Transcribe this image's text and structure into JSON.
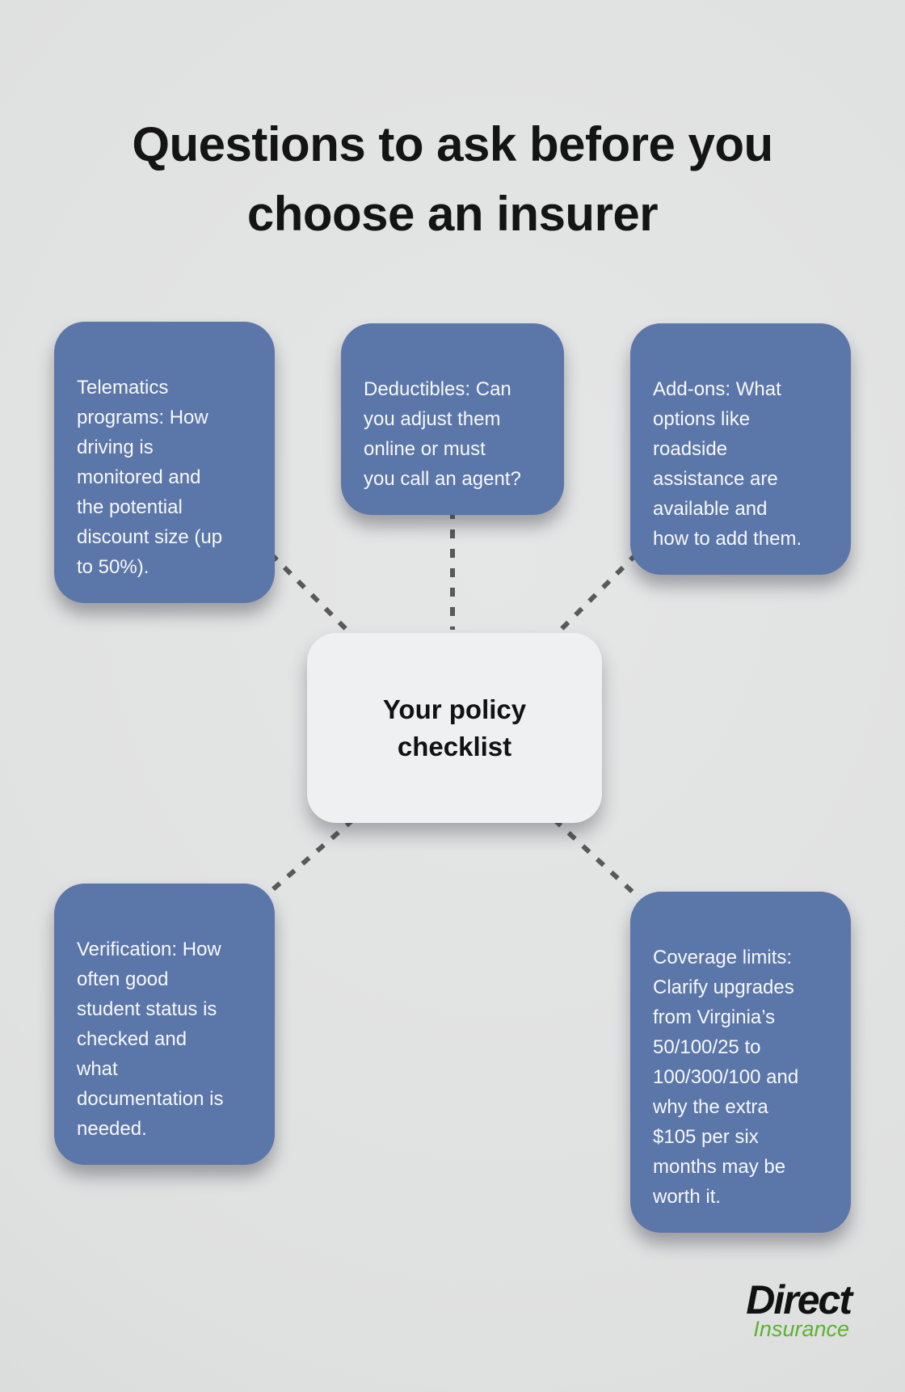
{
  "title": "Questions to ask before you\nchoose an insurer",
  "center_node": {
    "label": "Your policy\nchecklist"
  },
  "nodes": {
    "telematics": {
      "text": "Telematics\nprograms: How\ndriving is\nmonitored and\nthe potential\ndiscount size (up\nto 50%)."
    },
    "deductibles": {
      "text": "Deductibles: Can\nyou adjust them\nonline or must\nyou call an agent?"
    },
    "addons": {
      "text": "Add-ons: What\noptions like\nroadside\nassistance are\navailable and\nhow to add them."
    },
    "verification": {
      "text": "Verification: How\noften good\nstudent status is\nchecked and\nwhat\ndocumentation is\nneeded."
    },
    "coverage": {
      "text": "Coverage limits:\nClarify upgrades\nfrom Virginia’s\n50/100/25 to\n100/300/100 and\nwhy the extra\n$105 per six\nmonths may be\nworth it."
    }
  },
  "logo": {
    "brand": "Direct",
    "sub_brand": "Insurance"
  },
  "colors": {
    "background": "#e0e1e1",
    "node_fill": "#5b76a8",
    "node_text": "#f7f8fa",
    "center_fill": "#eff0f2",
    "center_text": "#121212",
    "connector": "#595959",
    "title": "#141414",
    "logo_brand": "#111111",
    "logo_sub": "#5cb230"
  }
}
